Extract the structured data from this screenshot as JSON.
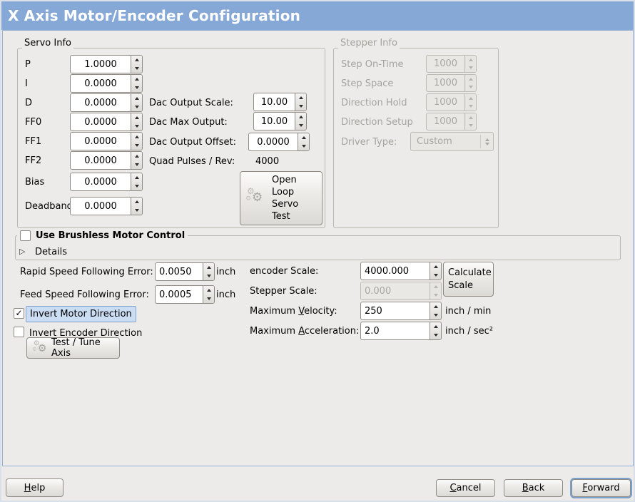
{
  "window": {
    "title": "X Axis Motor/Encoder Configuration"
  },
  "servo_info": {
    "legend": "Servo Info",
    "pid_rows": [
      {
        "label": "P",
        "value": "1.0000"
      },
      {
        "label": "I",
        "value": "0.0000"
      },
      {
        "label": "D",
        "value": "0.0000"
      },
      {
        "label": "FF0",
        "value": "0.0000"
      },
      {
        "label": "FF1",
        "value": "0.0000"
      },
      {
        "label": "FF2",
        "value": "0.0000"
      },
      {
        "label": "Bias",
        "value": "0.0000"
      },
      {
        "label": "Deadband",
        "value": "0.0000"
      }
    ],
    "dac_rows": [
      {
        "label": "Dac Output Scale:",
        "value": "10.00"
      },
      {
        "label": "Dac Max Output:",
        "value": "10.00"
      },
      {
        "label": "Dac Output Offset:",
        "value": "0.0000"
      }
    ],
    "quad_pulses_label": "Quad Pulses / Rev:",
    "quad_pulses_value": "4000",
    "open_loop_button_lines": [
      "Open",
      "Loop",
      "Servo",
      "Test"
    ]
  },
  "stepper_info": {
    "legend": "Stepper Info",
    "rows": [
      {
        "label": "Step On-Time",
        "value": "1000"
      },
      {
        "label": "Step Space",
        "value": "1000"
      },
      {
        "label": "Direction Hold",
        "value": "1000"
      },
      {
        "label": "Direction Setup",
        "value": "1000"
      }
    ],
    "driver_type_label": "Driver Type:",
    "driver_type_value": "Custom"
  },
  "brushless": {
    "checkbox_label": "Use Brushless Motor Control",
    "checked": false,
    "details_label": "Details"
  },
  "following_errors": [
    {
      "label": "Rapid Speed Following Error:",
      "value": "0.0050",
      "unit": "inch"
    },
    {
      "label": "Feed Speed Following Error:",
      "value": "0.0005",
      "unit": "inch"
    }
  ],
  "scaling": {
    "encoder_scale_label": "encoder Scale:",
    "encoder_scale_value": "4000.000",
    "stepper_scale_label": "Stepper Scale:",
    "stepper_scale_value": "0.000",
    "calculate_button": "Calculate Scale",
    "max_velocity_label": {
      "pre": "Maximum ",
      "key": "V",
      "post": "elocity:"
    },
    "max_velocity_value": "250",
    "max_velocity_unit": "inch / min",
    "max_accel_label": {
      "pre": "Maximum ",
      "key": "A",
      "post": "cceleration:"
    },
    "max_accel_value": "2.0",
    "max_accel_unit": "inch / sec²"
  },
  "direction_options": [
    {
      "label": "Invert Motor Direction",
      "checked": true
    },
    {
      "label": "Invert Encoder Direction",
      "checked": false
    }
  ],
  "test_tune_button": "Test / Tune Axis",
  "footer_buttons": {
    "help": {
      "pre": "",
      "key": "H",
      "post": "elp"
    },
    "cancel": {
      "pre": "",
      "key": "C",
      "post": "ancel"
    },
    "back": {
      "pre": "",
      "key": "B",
      "post": "ack"
    },
    "forward": {
      "pre": "",
      "key": "F",
      "post": "orward"
    }
  },
  "colors": {
    "titlebar": "#86a8d7",
    "content_border": "#94b0d2",
    "selection_highlight": "#cbddf3"
  }
}
